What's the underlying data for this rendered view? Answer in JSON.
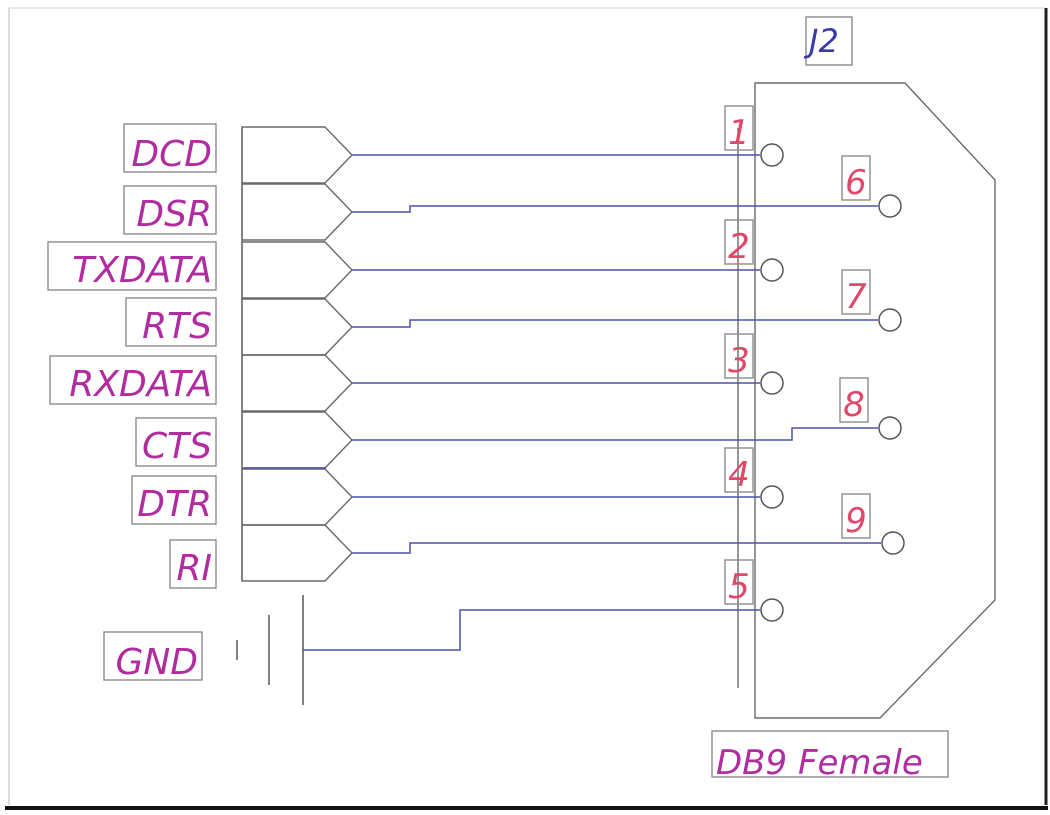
{
  "designator": "J2",
  "part_value": "DB9 Female",
  "ground_label": "GND",
  "signals": [
    {
      "name": "DCD",
      "pin": "1"
    },
    {
      "name": "DSR",
      "pin": "6"
    },
    {
      "name": "TXDATA",
      "pin": "2"
    },
    {
      "name": "RTS",
      "pin": "7"
    },
    {
      "name": "RXDATA",
      "pin": "3"
    },
    {
      "name": "CTS",
      "pin": "8"
    },
    {
      "name": "DTR",
      "pin": "4"
    },
    {
      "name": "RI",
      "pin": "9"
    }
  ],
  "ground_pin": "5",
  "colors": {
    "signal_label": "#b02ca0",
    "pin_number": "#e0486a",
    "designator": "#3a3aa8",
    "wire": "#4c52a6"
  }
}
